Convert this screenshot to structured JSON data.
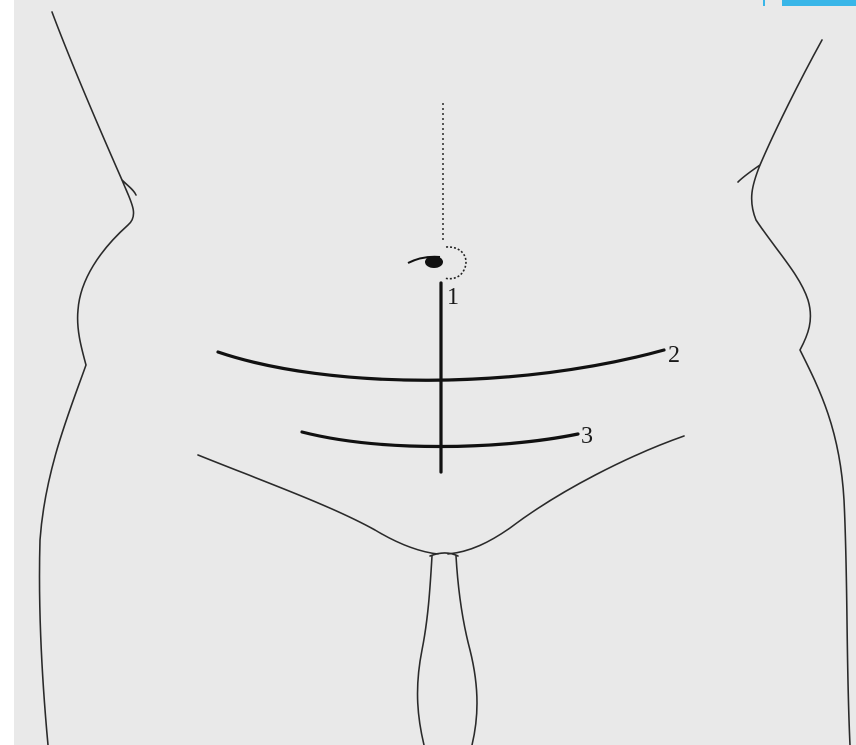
{
  "diagram": {
    "labels": {
      "midline": "1",
      "upper_transverse": "2",
      "lower_transverse": "3"
    }
  },
  "colors": {
    "background": "#e9e9e9",
    "line": "#1a1a1a",
    "accent": "#39b6e8"
  }
}
